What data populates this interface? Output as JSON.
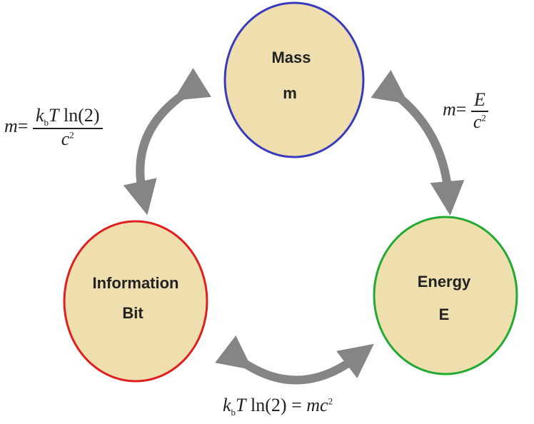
{
  "nodes": {
    "mass": {
      "title": "Mass",
      "symbol": "m",
      "border_color": "#3a3ac0"
    },
    "information": {
      "title": "Information",
      "symbol": "Bit",
      "border_color": "#e02020"
    },
    "energy": {
      "title": "Energy",
      "symbol": "E",
      "border_color": "#22aa33"
    }
  },
  "fill_color": "#efdfae",
  "arrow_color": "#858585",
  "equations": {
    "mass_info": {
      "lhs": "m",
      "eq": "=",
      "k": "k",
      "k_sub": "b",
      "T": "T",
      "ln": "ln(2)",
      "den": "c",
      "den_sup": "2"
    },
    "mass_energy": {
      "lhs": "m",
      "eq": "=",
      "num": "E",
      "den": "c",
      "den_sup": "2"
    },
    "info_energy": {
      "k": "k",
      "k_sub": "b",
      "T": "T",
      "ln": "ln(2)",
      "eq": "=",
      "rhs": "mc",
      "rhs_sup": "2"
    }
  }
}
